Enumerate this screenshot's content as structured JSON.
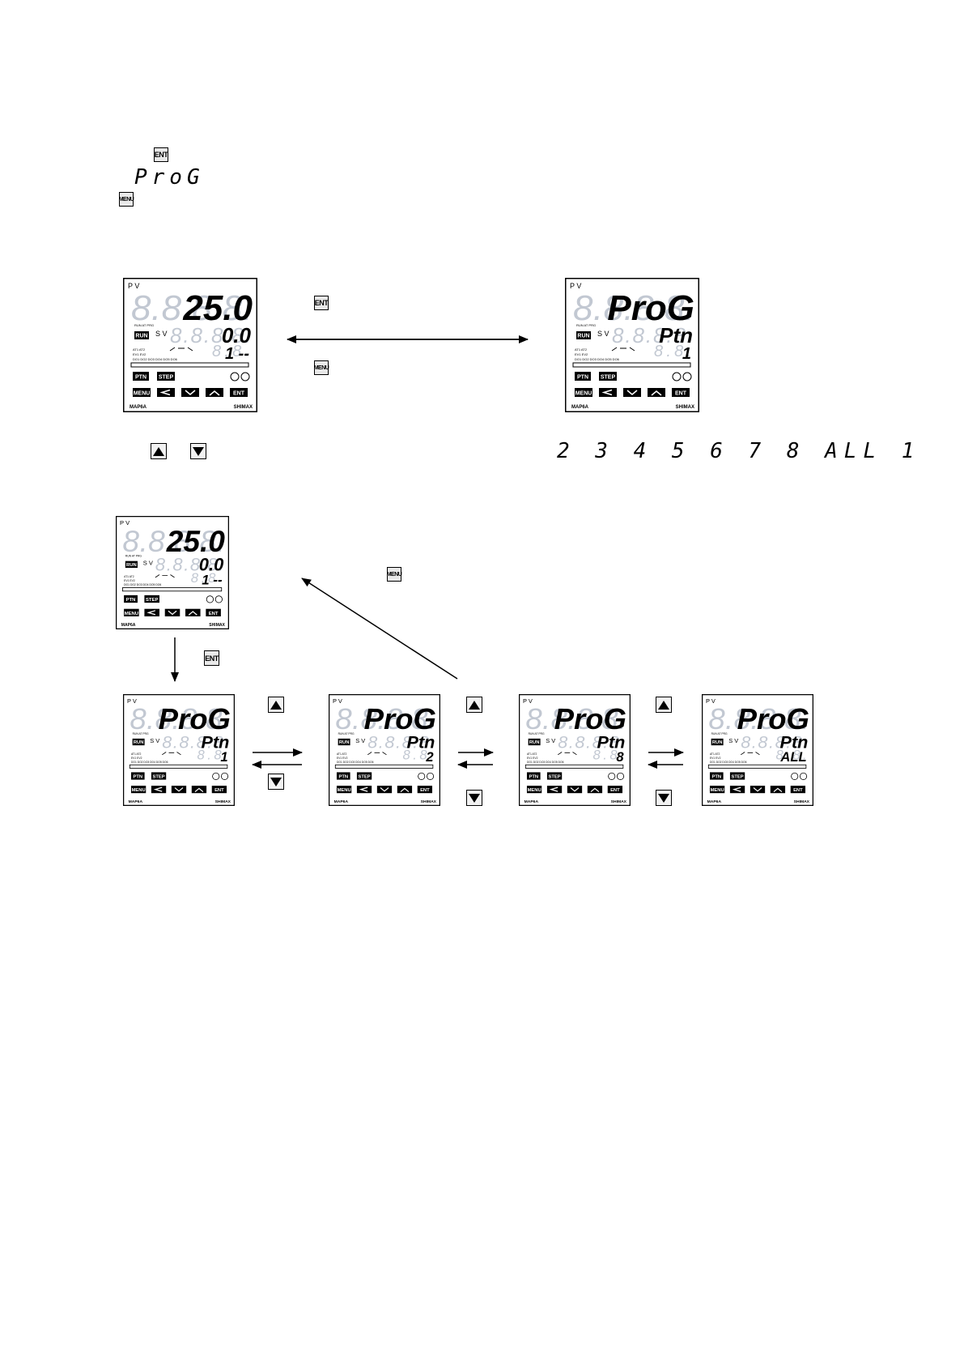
{
  "keys": {
    "ent": "ENT",
    "menu": "MENU"
  },
  "intro": {
    "display_word": "ProG"
  },
  "sequence": {
    "digits": "2 3 4 5 6 7 8 ALL 1"
  },
  "panel_labels": {
    "pv": "P V",
    "sv": "S V",
    "run": "RUN",
    "ptn": "PTN",
    "step": "STEP",
    "menu": "MENU",
    "ent": "ENT",
    "model": "MAP6A",
    "brand": "SHIMAX"
  },
  "panels": [
    {
      "id": "home-a",
      "pv": "25.0",
      "sv": "0.0",
      "sub": "1 --"
    },
    {
      "id": "prog-a",
      "pv": "ProG",
      "sv": "Ptn",
      "sub": "1"
    },
    {
      "id": "home-b",
      "pv": "25.0",
      "sv": "0.0",
      "sub": "1 --"
    },
    {
      "id": "prog-1",
      "pv": "ProG",
      "sv": "Ptn",
      "sub": "1"
    },
    {
      "id": "prog-2",
      "pv": "ProG",
      "sv": "Ptn",
      "sub": "2"
    },
    {
      "id": "prog-8",
      "pv": "ProG",
      "sv": "Ptn",
      "sub": "8"
    },
    {
      "id": "prog-all",
      "pv": "ProG",
      "sv": "Ptn",
      "sub": "ALL"
    }
  ],
  "icons": [
    "up-triangle-icon",
    "down-triangle-icon",
    "arrow-icon"
  ],
  "colors": {
    "ghost_segment": "#c2c8d2",
    "ink": "#000000"
  }
}
